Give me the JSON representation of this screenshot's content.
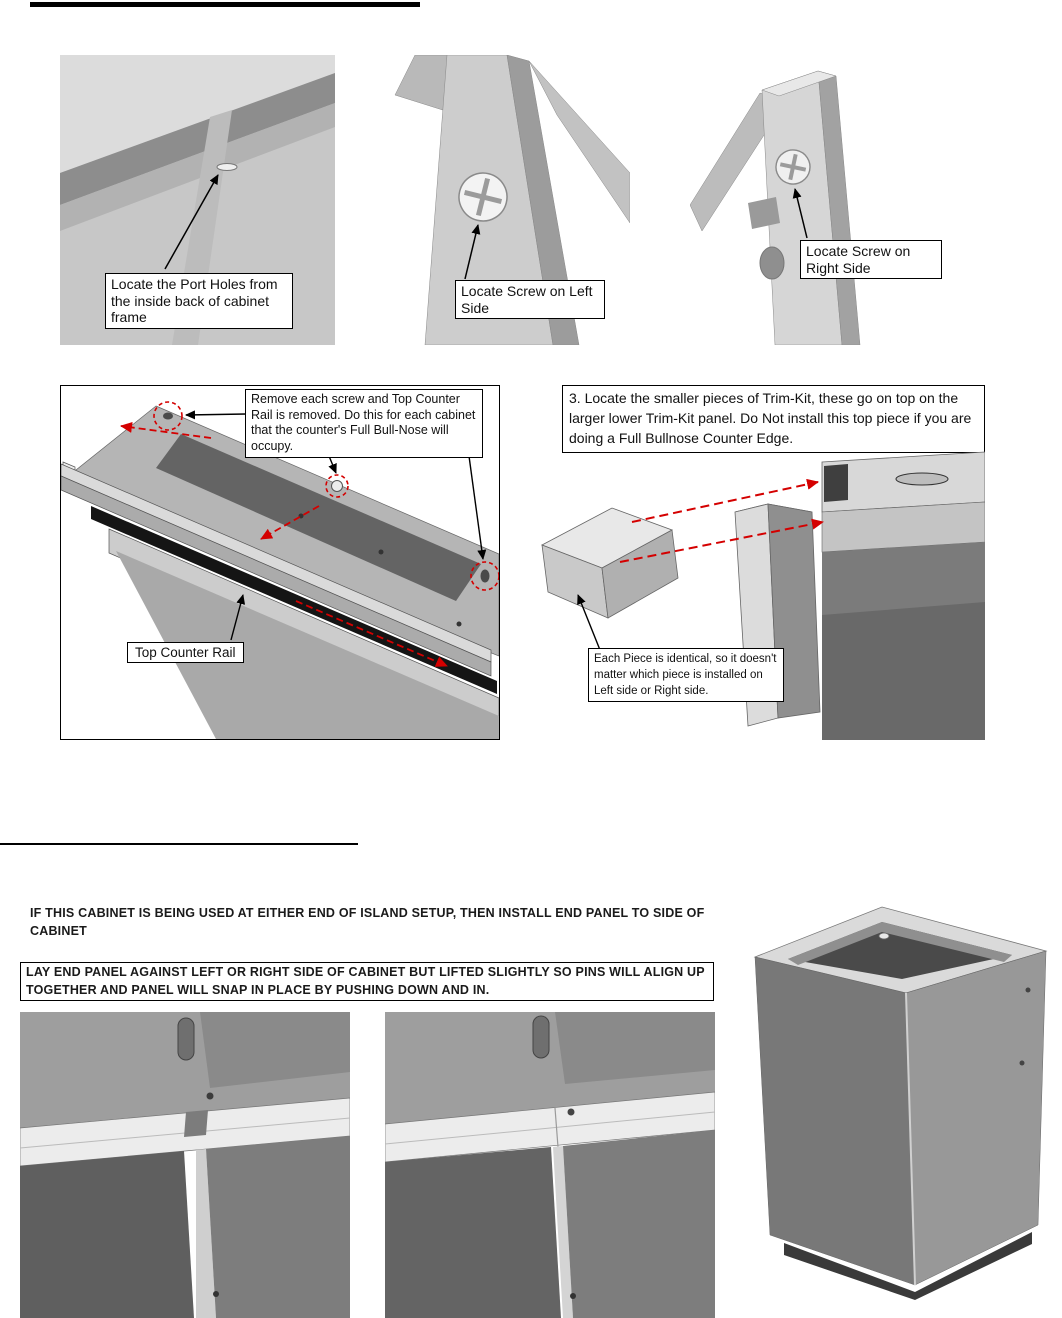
{
  "colors": {
    "divider": "#000000",
    "red_annotation": "#d40000",
    "callout_border": "#000000",
    "illustration_gray_light": "#d8d8d8",
    "illustration_gray_mid": "#a8a8a8",
    "illustration_gray_dark": "#6a6a6a"
  },
  "figures": {
    "port_holes": {
      "callout": "Locate the Port Holes from the inside back of cabinet frame"
    },
    "screw_left": {
      "callout": "Locate Screw on Left Side"
    },
    "screw_right": {
      "callout": "Locate Screw on Right Side"
    },
    "counter_rail": {
      "callout": "Remove each screw and Top Counter Rail is removed. Do this for each cabinet that the counter's Full Bull-Nose will occupy.",
      "rail_label": "Top Counter Rail"
    },
    "trim_kit": {
      "step_text": "3. Locate the smaller pieces of Trim-Kit, these go on top on the larger lower Trim-Kit panel. Do Not install this top piece if you are doing a Full Bullnose Counter Edge.",
      "callout": "Each Piece is identical, so it doesn't matter which piece is installed on Left side or Right side."
    }
  },
  "end_panel_section": {
    "intro_text": "IF THIS CABINET IS BEING USED AT EITHER END OF ISLAND SETUP, THEN INSTALL END PANEL TO SIDE OF CABINET",
    "boxed_text": "LAY END PANEL AGAINST LEFT OR RIGHT SIDE OF CABINET BUT LIFTED SLIGHTLY SO PINS WILL ALIGN UP TOGETHER AND PANEL WILL SNAP IN PLACE BY PUSHING DOWN AND IN."
  }
}
